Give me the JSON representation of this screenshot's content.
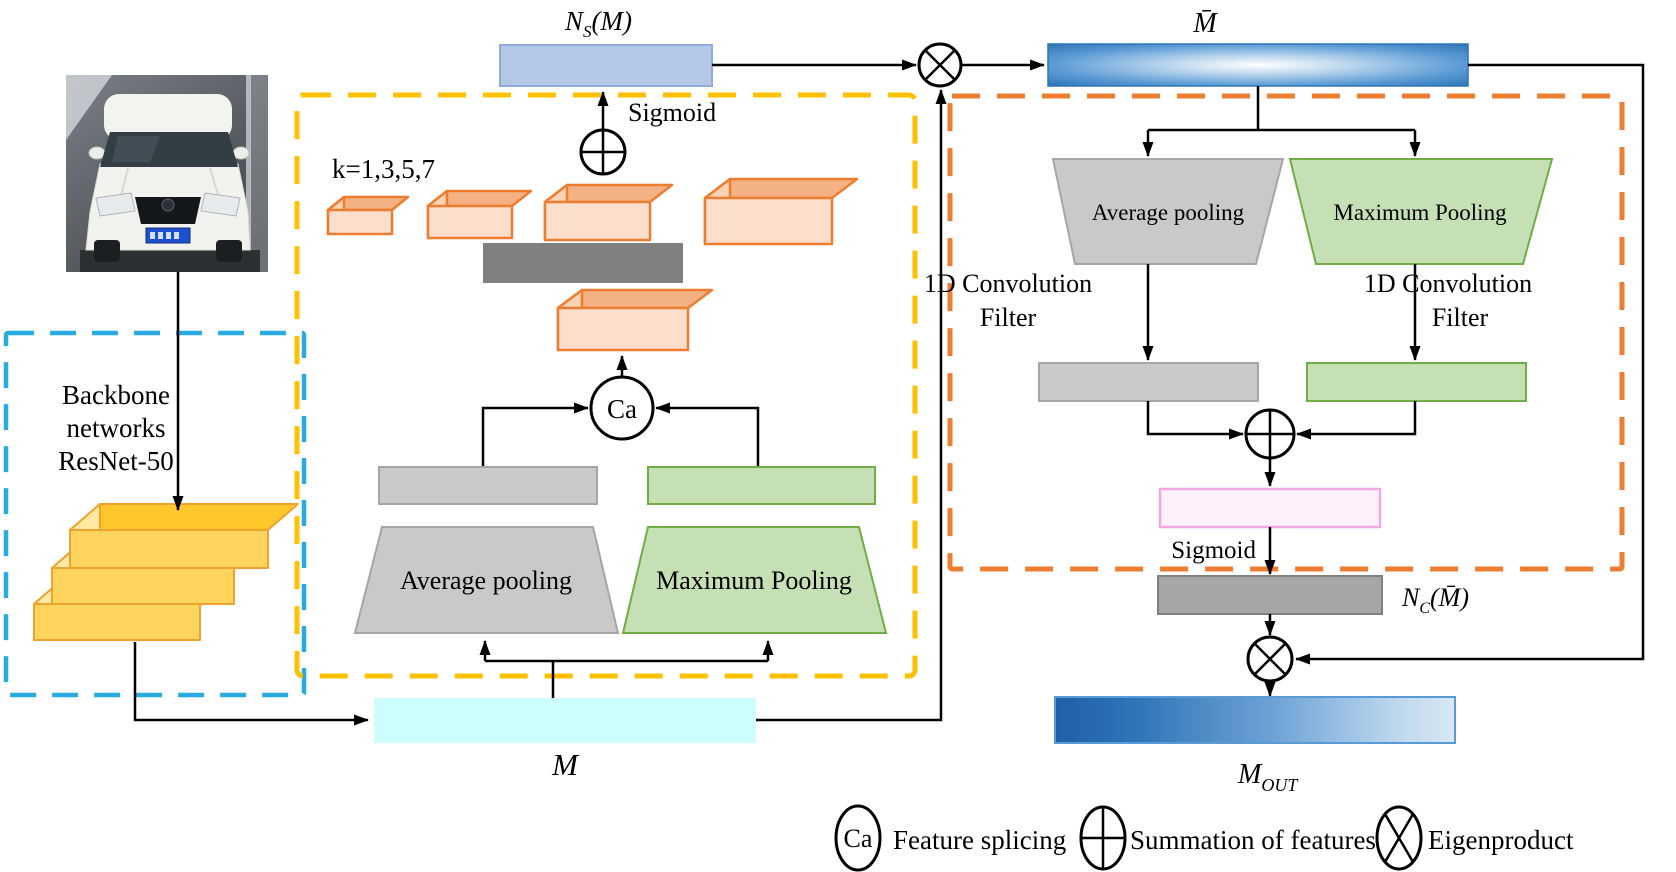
{
  "figure": {
    "type": "neural-network-attention-diagram",
    "description": "Vehicle re-identification attention module: backbone ResNet-50 feeds feature map M through a spatial attention branch and a channel attention branch producing M_OUT"
  },
  "colors": {
    "backbone_box_border": "#29ABE2",
    "spatial_box_border": "#FFC000",
    "channel_box_border": "#ED7D31",
    "orange_block_stroke": "#ED7D31",
    "orange_block_top": "#F4B183",
    "orange_block_front": "#FBDECB",
    "yellow_block_top": "#FFC72C",
    "yellow_block_front": "#FFD45E",
    "gray_bar": "#C9C9C9",
    "dark_gray_bar": "#808080",
    "green_fill": "#C5E0B4",
    "green_stroke": "#70AD47",
    "ns_bar_fill": "#B4C7E7",
    "m_bar_fill": "#CCFEFF",
    "mbar_blue": "#2E75B6",
    "pink_bar_fill": "#FDF0FA",
    "pink_bar_stroke": "#F2A7DF"
  },
  "backbone": {
    "label_lines": [
      "Backbone",
      "networks",
      "ResNet-50"
    ]
  },
  "spatial_module": {
    "kernel_label": "k=1,3,5,7",
    "sigmoid_label": "Sigmoid",
    "ns_label": {
      "main": "N",
      "sub": "S",
      "rest": "(M)"
    },
    "avg_pool": "Average pooling",
    "max_pool": "Maximum Pooling",
    "ca": "Ca",
    "m_label": "M"
  },
  "channel_module": {
    "mbar_label": "M̄",
    "avg_pool": "Average pooling",
    "max_pool": "Maximum Pooling",
    "conv_left": {
      "line1": "1D Convolution",
      "line2": "Filter"
    },
    "conv_right": {
      "line1": "1D Convolution",
      "line2": "Filter"
    },
    "sigmoid_label": "Sigmoid",
    "nc_label": {
      "main": "N",
      "sub": "C",
      "rest": "(M̄)"
    },
    "mout_label": {
      "main": "M",
      "sub": "OUT"
    }
  },
  "legend": [
    {
      "symbol": "Ca",
      "desc": "Feature splicing"
    },
    {
      "symbol": "⊕",
      "desc": "Summation of features"
    },
    {
      "symbol": "⊗",
      "desc": "Eigenproduct"
    }
  ]
}
